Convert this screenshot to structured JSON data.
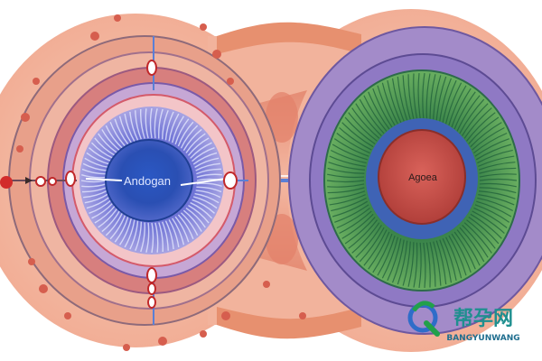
{
  "labels": {
    "left_core": "Andogan",
    "right_core": "Agoea"
  },
  "watermark": {
    "brand_cn": "帮孕网",
    "brand_en": "BANGYUNWANG"
  },
  "colors": {
    "outer_tissue": "#f3b9a3",
    "tissue_edge": "#e7997e",
    "left_core_blue": "#2f55b8",
    "left_rim_purple": "#8d7fcf",
    "right_ring_green": "#4d9a58",
    "right_core_red": "#c44a44",
    "right_rim_blue": "#3c63b4",
    "membrane_purple": "#9a7cc4",
    "watermark_green": "#1e8a3a",
    "watermark_blue": "#2f6dc9",
    "watermark_cn": "#1f8f8f"
  }
}
